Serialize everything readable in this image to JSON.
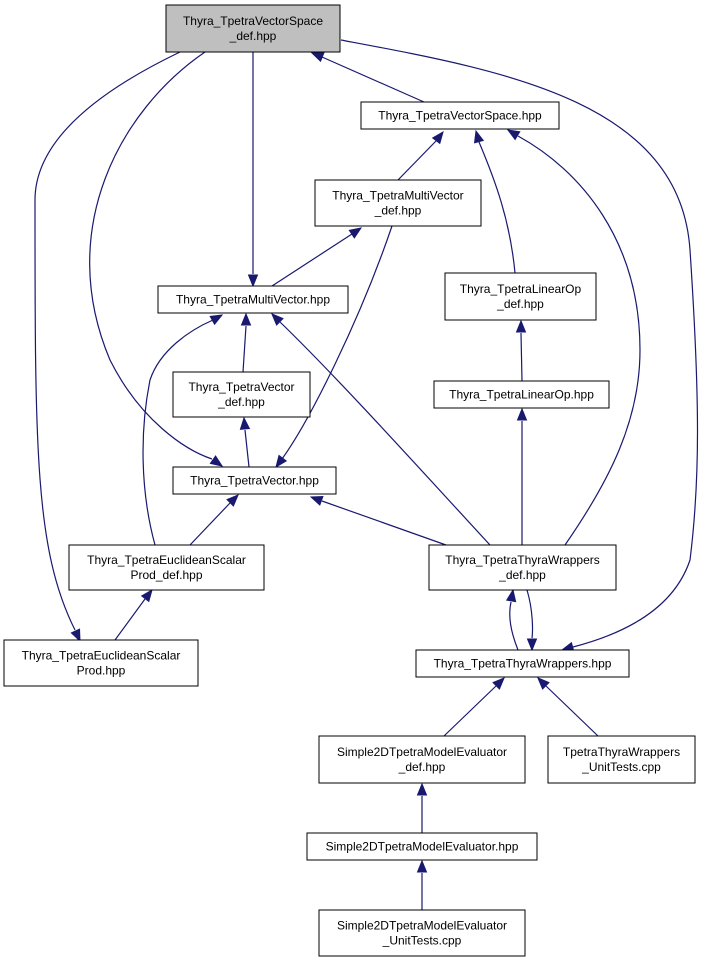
{
  "colors": {
    "edge": "#191970",
    "root_fill": "#bfbfbf",
    "node_fill": "#ffffff",
    "node_border": "#000000"
  },
  "nodes": {
    "vs_def": {
      "lines": [
        "Thyra_TpetraVectorSpace",
        "_def.hpp"
      ]
    },
    "vs": {
      "lines": [
        "Thyra_TpetraVectorSpace.hpp"
      ]
    },
    "mv_def": {
      "lines": [
        "Thyra_TpetraMultiVector",
        "_def.hpp"
      ]
    },
    "mv": {
      "lines": [
        "Thyra_TpetraMultiVector.hpp"
      ]
    },
    "lo_def": {
      "lines": [
        "Thyra_TpetraLinearOp",
        "_def.hpp"
      ]
    },
    "lo": {
      "lines": [
        "Thyra_TpetraLinearOp.hpp"
      ]
    },
    "v_def": {
      "lines": [
        "Thyra_TpetraVector",
        "_def.hpp"
      ]
    },
    "v": {
      "lines": [
        "Thyra_TpetraVector.hpp"
      ]
    },
    "es_def": {
      "lines": [
        "Thyra_TpetraEuclideanScalar",
        "Prod_def.hpp"
      ]
    },
    "tw_def": {
      "lines": [
        "Thyra_TpetraThyraWrappers",
        "_def.hpp"
      ]
    },
    "es": {
      "lines": [
        "Thyra_TpetraEuclideanScalar",
        "Prod.hpp"
      ]
    },
    "tw": {
      "lines": [
        "Thyra_TpetraThyraWrappers.hpp"
      ]
    },
    "s2d_def": {
      "lines": [
        "Simple2DTpetraModelEvaluator",
        "_def.hpp"
      ]
    },
    "twut": {
      "lines": [
        "TpetraThyraWrappers",
        "_UnitTests.cpp"
      ]
    },
    "s2d": {
      "lines": [
        "Simple2DTpetraModelEvaluator.hpp"
      ]
    },
    "s2dut": {
      "lines": [
        "Simple2DTpetraModelEvaluator",
        "_UnitTests.cpp"
      ]
    }
  },
  "edges": [
    [
      "vs_def",
      "vs"
    ],
    [
      "vs_def",
      "mv"
    ],
    [
      "vs_def",
      "v"
    ],
    [
      "vs_def",
      "es"
    ],
    [
      "vs_def",
      "tw"
    ],
    [
      "vs",
      "vs_def"
    ],
    [
      "mv_def",
      "vs"
    ],
    [
      "lo_def",
      "vs"
    ],
    [
      "tw_def",
      "vs"
    ],
    [
      "mv",
      "mv_def"
    ],
    [
      "v",
      "mv_def"
    ],
    [
      "lo",
      "lo_def"
    ],
    [
      "tw_def",
      "lo"
    ],
    [
      "v_def",
      "mv"
    ],
    [
      "es_def",
      "mv"
    ],
    [
      "tw_def",
      "mv"
    ],
    [
      "v",
      "v_def"
    ],
    [
      "es_def",
      "v"
    ],
    [
      "tw_def",
      "v"
    ],
    [
      "es",
      "es_def"
    ],
    [
      "tw",
      "tw_def"
    ],
    [
      "tw_def",
      "tw"
    ],
    [
      "s2d_def",
      "tw"
    ],
    [
      "twut",
      "tw"
    ],
    [
      "s2d",
      "s2d_def"
    ],
    [
      "s2dut",
      "s2d"
    ]
  ]
}
